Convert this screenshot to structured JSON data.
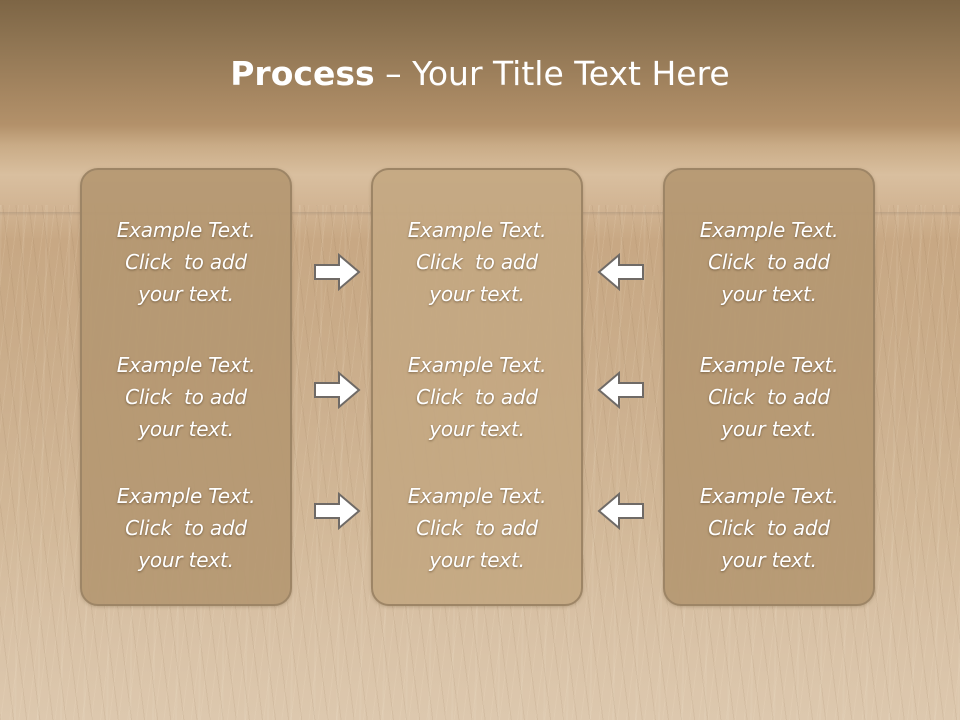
{
  "title": {
    "bold": "Process",
    "rest": " – Your Title Text Here"
  },
  "columns": [
    {
      "blocks": [
        {
          "line1": "Example Text.",
          "line2": "Click  to add",
          "line3": "your text."
        },
        {
          "line1": "Example Text.",
          "line2": "Click  to add",
          "line3": "your text."
        },
        {
          "line1": "Example Text.",
          "line2": "Click  to add",
          "line3": "your text."
        }
      ]
    },
    {
      "blocks": [
        {
          "line1": "Example Text.",
          "line2": "Click  to add",
          "line3": "your text."
        },
        {
          "line1": "Example Text.",
          "line2": "Click  to add",
          "line3": "your text."
        },
        {
          "line1": "Example Text.",
          "line2": "Click  to add",
          "line3": "your text."
        }
      ]
    },
    {
      "blocks": [
        {
          "line1": "Example Text.",
          "line2": "Click  to add",
          "line3": "your text."
        },
        {
          "line1": "Example Text.",
          "line2": "Click  to add",
          "line3": "your text."
        },
        {
          "line1": "Example Text.",
          "line2": "Click  to add",
          "line3": "your text."
        }
      ]
    }
  ],
  "arrows": {
    "left_group": "arrow-right-icon",
    "right_group": "arrow-left-icon"
  },
  "colors": {
    "panel_fill": "#b59872",
    "panel_border": "#9d8566",
    "arrow_fill": "#ffffff",
    "arrow_stroke": "#6f6a66",
    "text": "#ffffff"
  }
}
